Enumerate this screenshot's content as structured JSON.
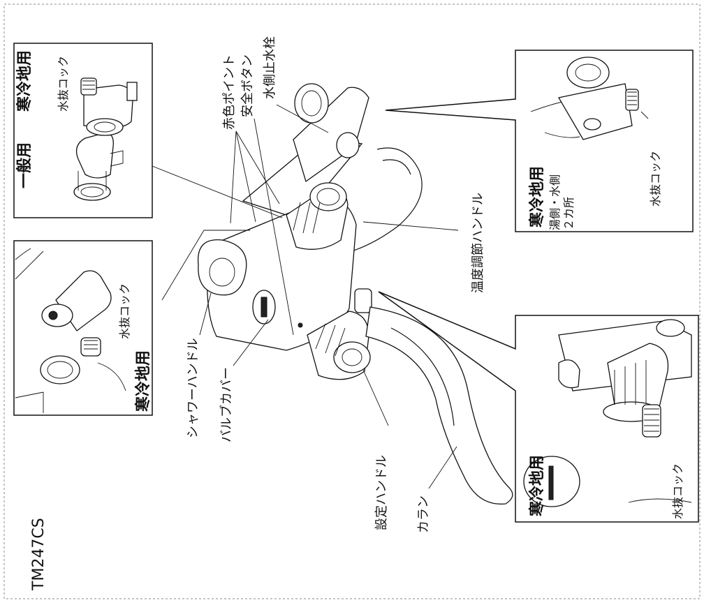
{
  "model": "TM247CS",
  "labels": {
    "red_point": "赤色ポイント",
    "safety_button": "安全ボタン",
    "water_stop": "水側止水栓",
    "temp_handle": "温度調節ハンドル",
    "shower_handle": "シャワーハンドル",
    "valve_cover": "バルブカバー",
    "setting_handle": "設定ハンドル",
    "spout": "カラン"
  },
  "inset_general": {
    "general_title": "一般用",
    "cold_title": "寒冷地用",
    "drain_cock": "水抜コック"
  },
  "inset_left": {
    "cold_title": "寒冷地用",
    "drain_cock": "水抜コック"
  },
  "inset_top_right": {
    "cold_title": "寒冷地用",
    "note1": "湯側・水側",
    "note2": "２カ所",
    "drain_cock": "水抜コック"
  },
  "inset_bottom_right": {
    "cold_title": "寒冷地用",
    "drain_cock": "水抜コック"
  }
}
